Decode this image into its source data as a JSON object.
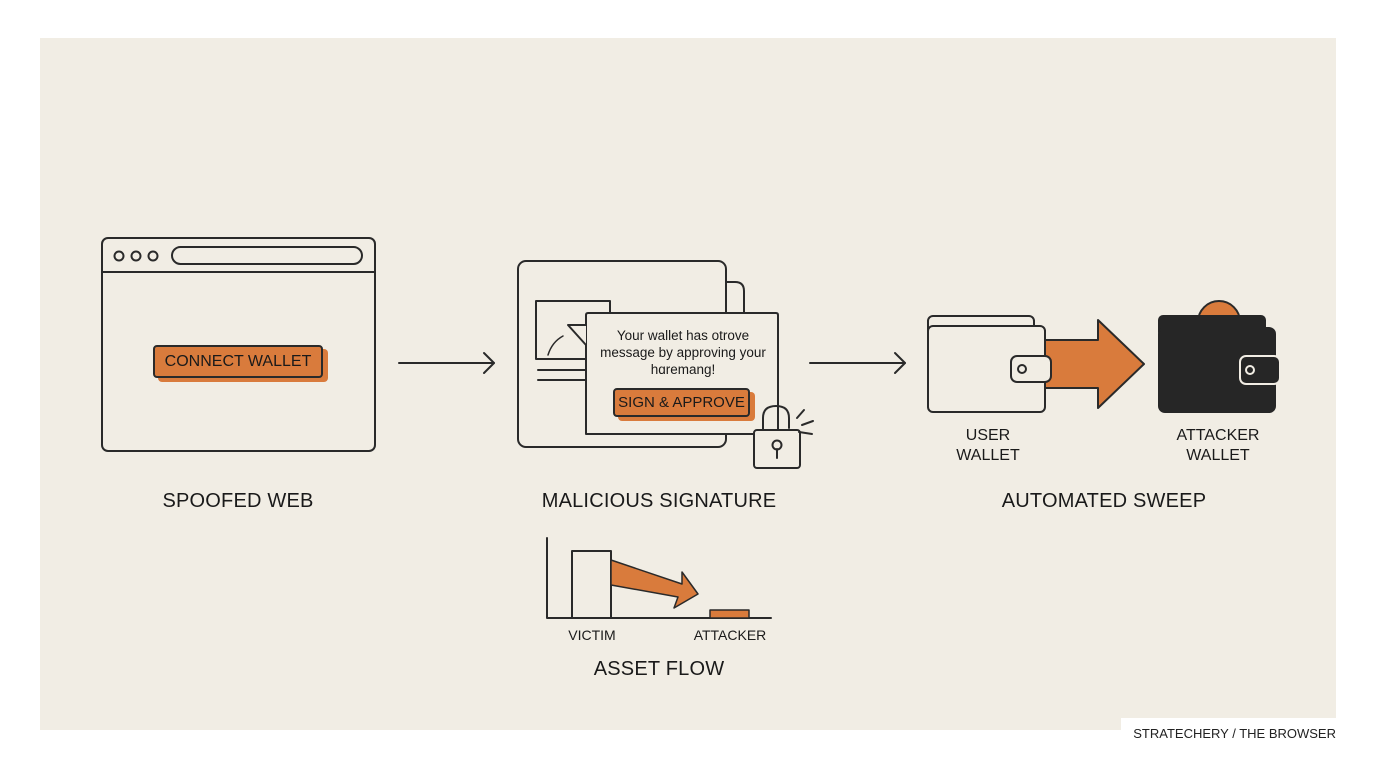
{
  "stages": [
    {
      "title": "SPOOFED WEB",
      "button": "CONNECT WALLET"
    },
    {
      "title": "MALICIOUS SIGNATURE",
      "dialog_text": "Your wallet has otrove message by approving your hɑremang!",
      "button": "SIGN & APPROVE"
    },
    {
      "title": "AUTOMATED SWEEP",
      "user_wallet": "USER\nWALLET",
      "attacker_wallet": "ATTACKER\nWALLET"
    }
  ],
  "asset_flow": {
    "title": "ASSET FLOW",
    "victim_label": "VICTIM",
    "attacker_label": "ATTACKER"
  },
  "credit": "STRATECHERY / THE BROWSER",
  "colors": {
    "accent": "#d97b3c",
    "background": "#f1ede4",
    "ink": "#2a2a2a",
    "dark_wallet": "#262626"
  },
  "icons": [
    "browser-window-icon",
    "document-stack-icon",
    "unlocked-padlock-icon",
    "user-wallet-icon",
    "attacker-wallet-icon",
    "transfer-arrow-icon",
    "flow-arrow-icon"
  ]
}
